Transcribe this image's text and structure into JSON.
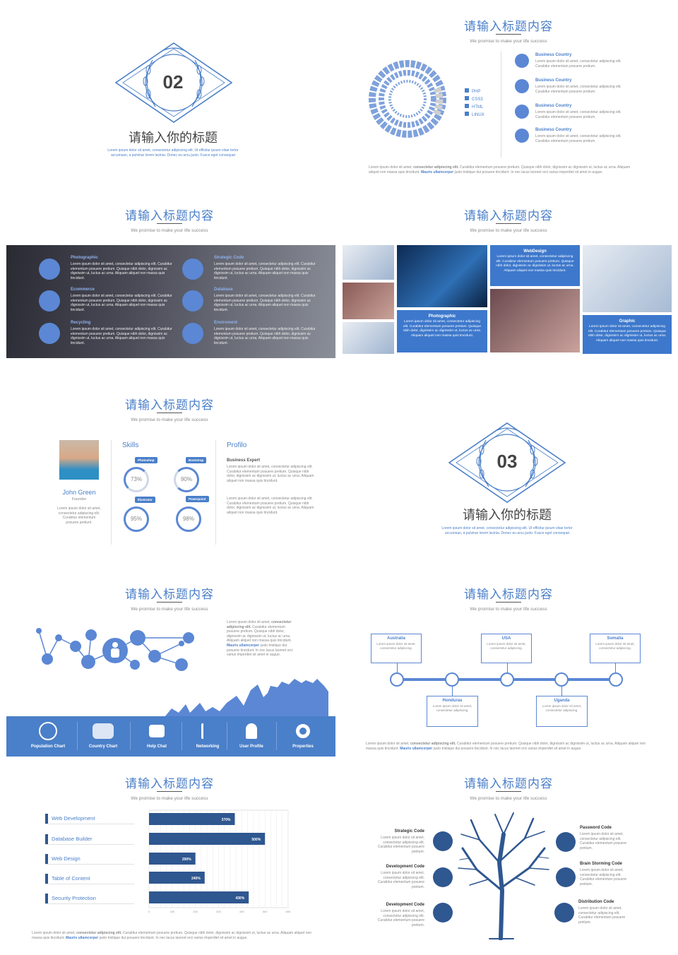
{
  "lorem_short": "Lorem ipsum dolor sit amet, consectetur adipiscing elit. Curabitur elementum posuere pretium.",
  "lorem_long": "Lorem ipsum dolor sit amet, consectetur adipiscing elit. Curabitur elementum posuere pretium. Quisque nibh dolor, dignissim ac dignissim ut, luctus ac urna. Aliquam aliquet non massa quis tincidunt.",
  "common": {
    "title": "请输入标题内容",
    "subtitle": "We promise to make your life success"
  },
  "slide1": {
    "number": "02",
    "title": "请输入你的标题",
    "desc_line1": "Lorem ipsum dolor sit amet, consectetur adipiscing elit. Ut efficitur ipsum vitae tortor",
    "desc_line2": "accumsan, a pulvinar lorem lacinia. Donec eu arcu justo. Fusce eget consequat"
  },
  "slide2": {
    "legend": [
      "PHP",
      "CSS3",
      "HTML",
      "LINUX"
    ],
    "items": [
      {
        "label": "Business Country"
      },
      {
        "label": "Business Country"
      },
      {
        "label": "Business Country"
      },
      {
        "label": "Business Country"
      }
    ],
    "footer_a": "Lorem ipsum dolor sit amet,",
    "footer_b": "consectetur adipiscing elit.",
    "footer_c": "Curabitur elementum posuere pretium. Quisque nibh dolor, dignissim ac dignissim ut, luctus ac urna. Aliquam aliquet non massa quis tincidunt.",
    "footer_d": "Mauris ullamcorper",
    "footer_e": "justo tristique dui posuere tincidunt. In nec lacus laoreet orci varius imperdiet sit amet in augue."
  },
  "slide3": {
    "items": [
      {
        "label": "Photographic"
      },
      {
        "label": "Ecommerce"
      },
      {
        "label": "Recycling"
      },
      {
        "label": "Strategic Code"
      },
      {
        "label": "Database"
      },
      {
        "label": "Enviroment"
      }
    ]
  },
  "slide4": {
    "webdesign": "WebDesign",
    "photographic": "Photographic",
    "graphic": "Graphic"
  },
  "slide5": {
    "name": "John  Green",
    "role": "Founder",
    "bio": "Lorem ipsum dolor sit amet, consectetur adipiscing elit. Curabitur elementum posuere pretium.",
    "skills_title": "Skills",
    "profile_title": "Profilo",
    "profile_role": "Business  Expert",
    "rings": [
      {
        "tag": "Photoshop",
        "value": "73%"
      },
      {
        "tag": "Bootstrap",
        "value": "90%"
      },
      {
        "tag": "Illustrator",
        "value": "95%"
      },
      {
        "tag": "Powerpoint",
        "value": "98%"
      }
    ]
  },
  "slide6": {
    "number": "03",
    "title": "请输入你的标题"
  },
  "slide7": {
    "text_a": "Lorem ipsum dolor sit amet,",
    "text_b": "consectetur adipiscing elit.",
    "text_c": "Curabitur elementum posuere pretium. Quisque nibh dolor, dignissim ac dignissim ut, luctus ac urna. Aliquam aliquet non massa quis tincidunt.",
    "text_d": "Mauris ullamcorper",
    "text_e": "justo tristique dui posuere tincidunt. In nec lacus laoreet orci varius imperdiet sit amet in augue.",
    "icons": [
      "Population  Chart",
      "Country  Chart",
      "Help Chat",
      "Networking",
      "User Profile",
      "Properties"
    ]
  },
  "slide8": {
    "top": [
      "Australia",
      "USA",
      "Somalia"
    ],
    "bottom": [
      "Honduras",
      "Uganda"
    ],
    "box_text": "Lorem ipsum dolor sit amet, consectetur adipiscing.",
    "footer_a": "Lorem ipsum dolor sit amet,",
    "footer_b": "consectetur adipiscing elit.",
    "footer_c": "Curabitur elementum posuere pretium. Quisque nibh dolor, dignissim ac dignissim ut, luctus ac urna. Aliquam aliquet non massa quis tincidunt.",
    "footer_d": "Mauris ullamcorper",
    "footer_e": "justo tristique dui posuere tincidunt. In nec lacus laoreet orci varius imperdiet sit amet in augue."
  },
  "slide9": {
    "footer_a": "Lorem ipsum dolor sit amet,",
    "footer_b": "consectetur adipiscing elit.",
    "footer_c": "Curabitur elementum posuere pretium. Quisque nibh dolor, dignissim ac dignissim ut, luctus ac urna. Aliquam aliquet non massa quis tincidunt.",
    "footer_d": "Mauris ullamcorper",
    "footer_e": "justo tristique dui posuere tincidunt. In nec lacus laoreet orci varius imperdiet sit amet in augue."
  },
  "chart_data": {
    "type": "bar",
    "orientation": "horizontal",
    "categories": [
      "Web Development",
      "Database Builder",
      "Web Design",
      "Table of Content",
      "Security Protection"
    ],
    "values": [
      370,
      500,
      200,
      240,
      430
    ],
    "data_labels": [
      "370%",
      "500%",
      "200%",
      "240%",
      "430%"
    ],
    "xlim": [
      0,
      600
    ],
    "xticks": [
      "0",
      "100",
      "200",
      "300",
      "400",
      "500",
      "600"
    ],
    "grid": true
  },
  "slide10": {
    "left": [
      {
        "label": "Strategic Code"
      },
      {
        "label": "Development Code"
      },
      {
        "label": "Development Code"
      }
    ],
    "right": [
      {
        "label": "Password  Code"
      },
      {
        "label": "Brain Storming Code"
      },
      {
        "label": "Distribution Code"
      }
    ],
    "item_text": "Lorem ipsum dolor sit amet, consectetur adipiscing elit. Curabitur elementum posuere pretium."
  },
  "colors": {
    "accent": "#4a7fc9",
    "dark_bar": "#2f5790",
    "box_blue": "#3d78cc"
  }
}
